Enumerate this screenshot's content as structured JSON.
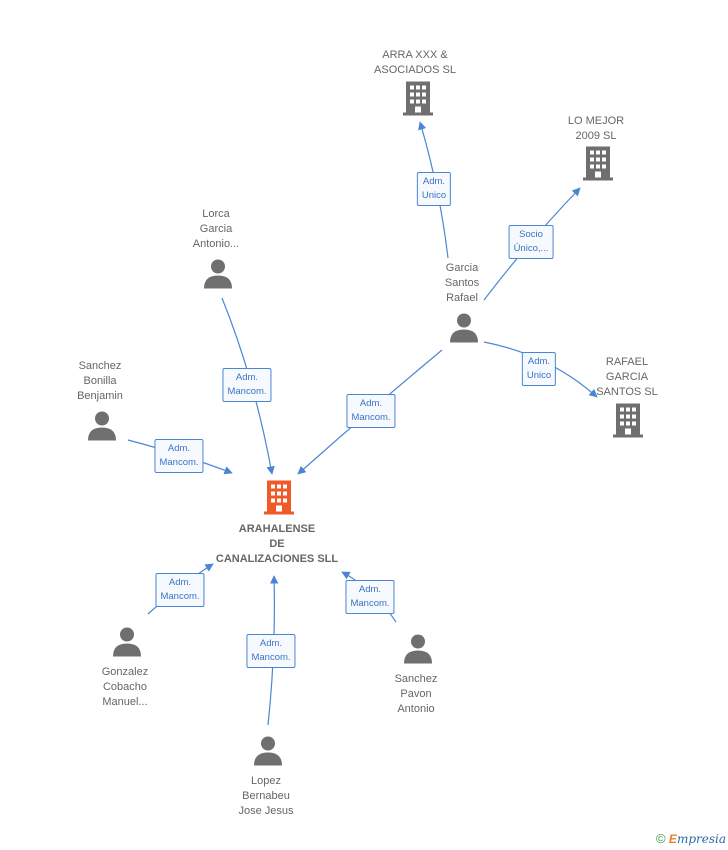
{
  "colors": {
    "main_company": "#f05a28",
    "company": "#6f6f6f",
    "person": "#6f6f6f",
    "edge": "#4a86d4",
    "label": "#666666"
  },
  "nodes": {
    "center": {
      "label": "ARAHALENSE\nDE\nCANALIZACIONES SLL",
      "icon": "building-icon"
    },
    "arra": {
      "label": "ARRA XXX &\nASOCIADOS SL",
      "icon": "building-icon"
    },
    "lomejor": {
      "label": "LO MEJOR\n2009 SL",
      "icon": "building-icon"
    },
    "rafaelsl": {
      "label": "RAFAEL\nGARCIA\nSANTOS SL",
      "icon": "building-icon"
    },
    "garcia": {
      "label": "Garcia\nSantos\nRafael",
      "icon": "person-icon"
    },
    "lorca": {
      "label": "Lorca\nGarcia\nAntonio...",
      "icon": "person-icon"
    },
    "sanchezb": {
      "label": "Sanchez\nBonilla\nBenjamin",
      "icon": "person-icon"
    },
    "gonzalez": {
      "label": "Gonzalez\nCobacho\nManuel...",
      "icon": "person-icon"
    },
    "lopez": {
      "label": "Lopez\nBernabeu\nJose Jesus",
      "icon": "person-icon"
    },
    "sanchezp": {
      "label": "Sanchez\nPavon\nAntonio",
      "icon": "person-icon"
    }
  },
  "relations": {
    "garcia_arra": "Adm.\nUnico",
    "garcia_lomejor": "Socio\nÚnico,...",
    "garcia_rafaelsl": "Adm.\nUnico",
    "garcia_center": "Adm.\nMancom.",
    "lorca_center": "Adm.\nMancom.",
    "sanchezb_center": "Adm.\nMancom.",
    "gonzalez_center": "Adm.\nMancom.",
    "lopez_center": "Adm.\nMancom.",
    "sanchezp_center": "Adm.\nMancom."
  },
  "footer": {
    "copyright": "©",
    "brand_first": "E",
    "brand_rest": "mpresia"
  }
}
